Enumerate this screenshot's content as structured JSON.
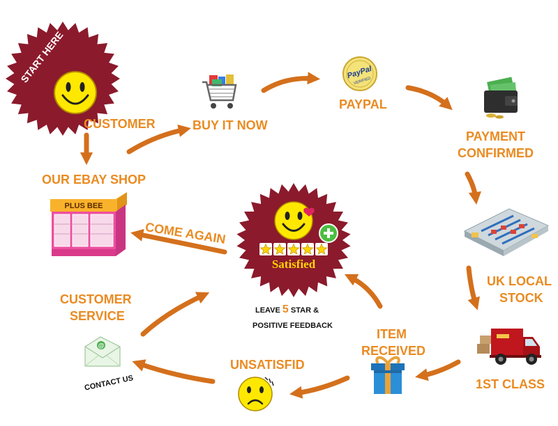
{
  "colors": {
    "label": "#ea8b22",
    "arrow": "#d4701c",
    "seal": "#8b1a2c",
    "smiley": "#ffe800",
    "star": "#ffd400",
    "plus": "#4cbe42"
  },
  "start": {
    "text": "START HERE"
  },
  "steps": {
    "customer": "CUSTOMER",
    "buy_it_now": "BUY IT NOW",
    "paypal": "PAYPAL",
    "payment_confirmed_line1": "PAYMENT",
    "payment_confirmed_line2": "CONFIRMED",
    "uk_local_stock_line1": "UK LOCAL",
    "uk_local_stock_line2": "STOCK",
    "first_class": "1ST CLASS",
    "item_received_line1": "ITEM",
    "item_received_line2": "RECEIVED",
    "unsatisfied": "UNSATISFID",
    "customer_service_line1": "CUSTOMER",
    "customer_service_line2": "SERVICE",
    "contact_us": "CONTACT US",
    "our_ebay_shop": "OUR  EBAY SHOP",
    "come_again": "COME AGAIN"
  },
  "shop": {
    "sign": "PLUS BEE"
  },
  "paypal_badge": {
    "brand": "PayPal",
    "sub": "VERIFIED"
  },
  "center": {
    "caption": "Satisfied",
    "star_count": 5,
    "feedback_prefix": "LEAVE",
    "feedback_number": "5",
    "feedback_suffix": "STAR &",
    "feedback_line2": "POSITIVE FEEDBACK"
  },
  "icons": {
    "start": "smiley-icon",
    "buy": "shopping-cart-icon",
    "paypal": "paypal-verified-badge-icon",
    "payment": "wallet-icon",
    "stock": "warehouse-icon",
    "shipping": "delivery-van-icon",
    "received": "gift-box-icon",
    "unsatisfied": "sad-face-icon",
    "service": "envelope-icon",
    "shop": "shop-front-icon"
  }
}
